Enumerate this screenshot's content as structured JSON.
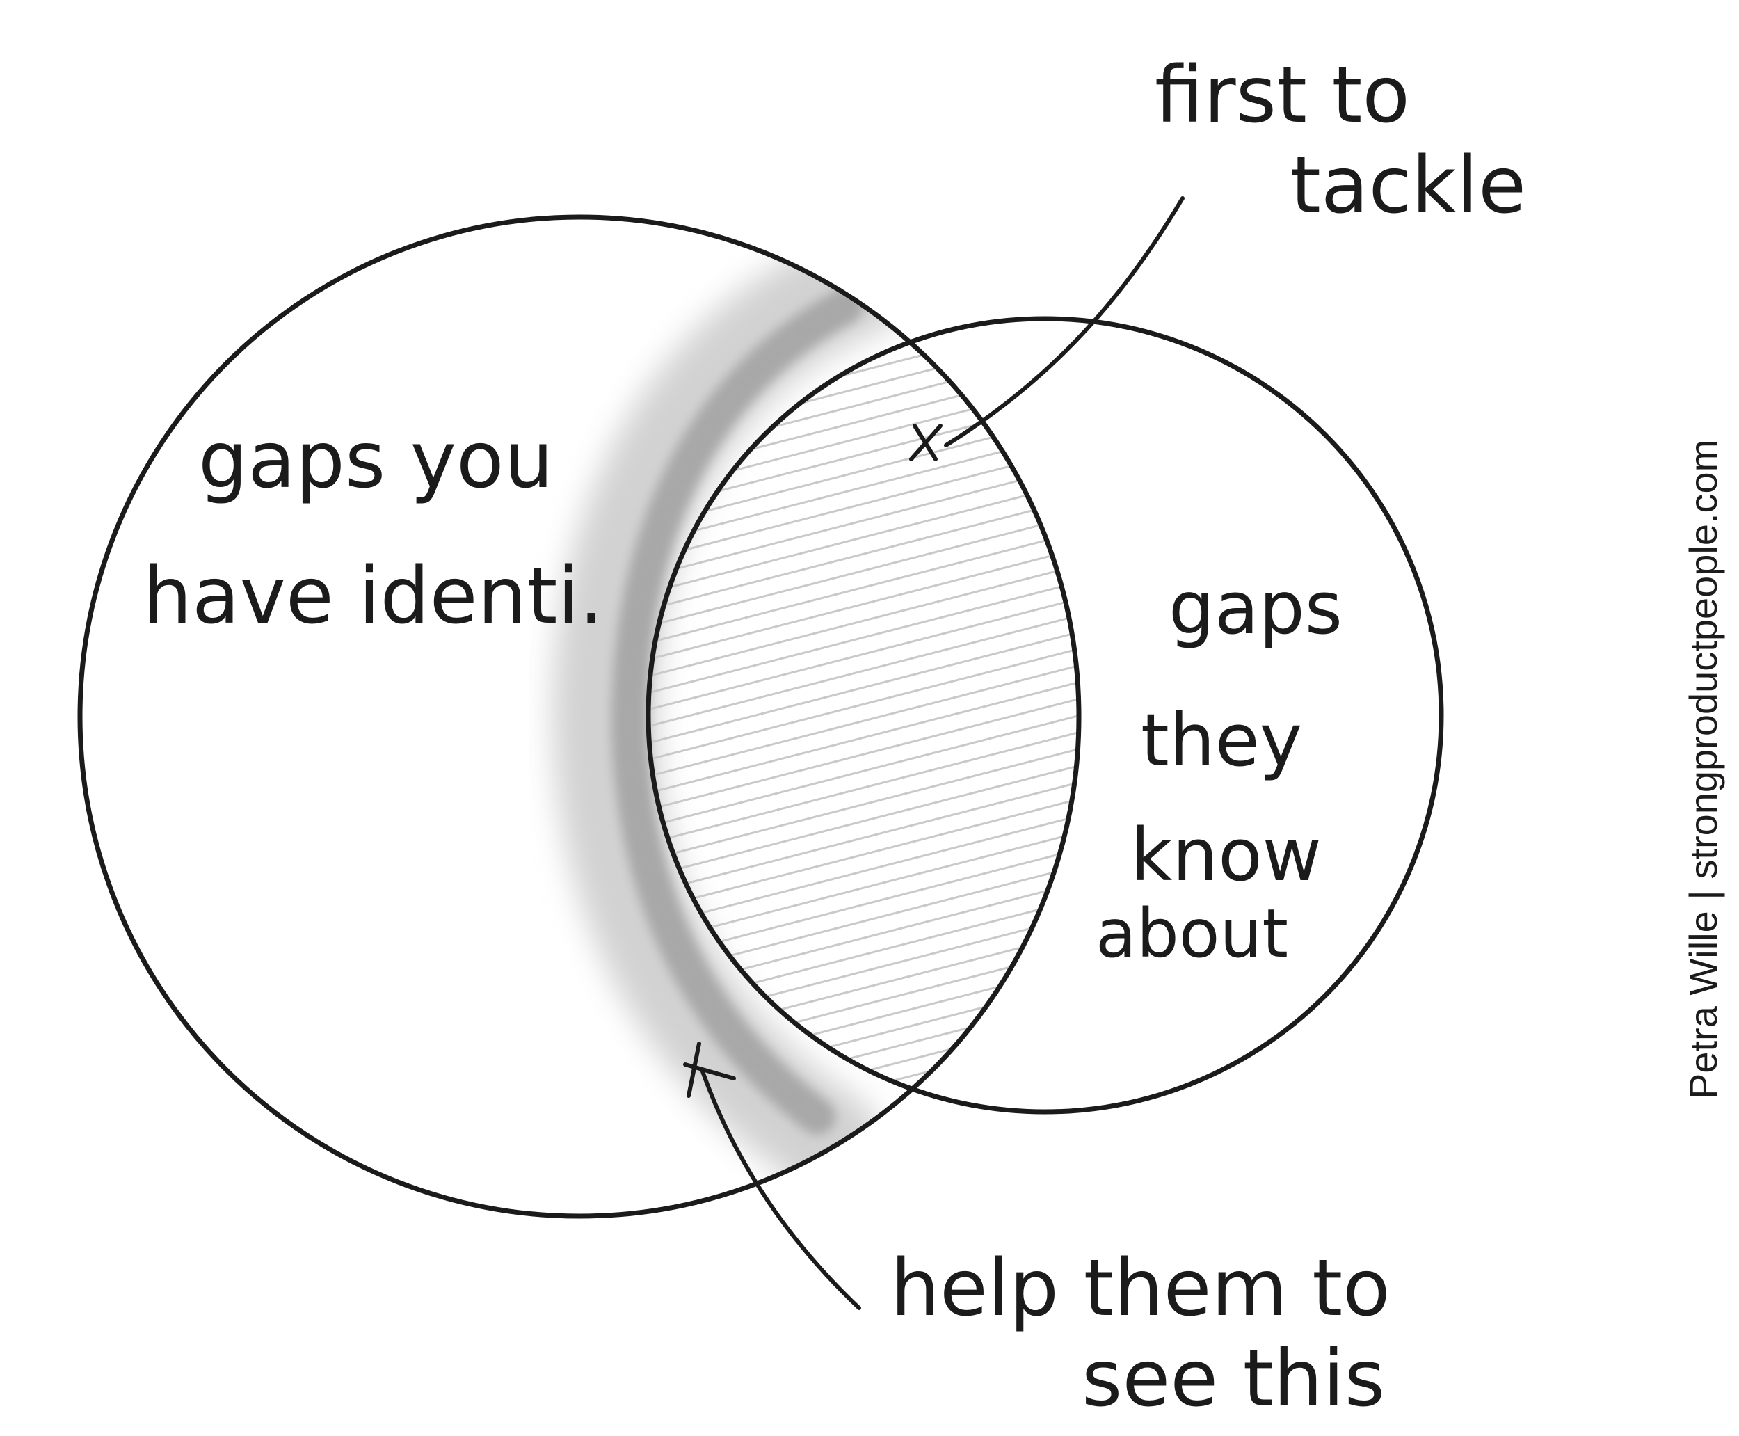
{
  "diagram": {
    "left_circle": {
      "label_lines": [
        "gaps you",
        "have identi."
      ]
    },
    "right_circle": {
      "label_lines": [
        "gaps",
        "they",
        "know",
        "about"
      ]
    },
    "overlap_annotation": {
      "label_lines": [
        "first to",
        "tackle"
      ]
    },
    "shaded_edge_annotation": {
      "label_lines": [
        "help them to",
        "see this"
      ]
    },
    "credit": "Petra Wille | strongproductpeople.com"
  },
  "colors": {
    "ink": "#1b1b1b",
    "background": "#ffffff",
    "hatch": "#c9c9c9",
    "shadow": "#9a9a9a"
  }
}
